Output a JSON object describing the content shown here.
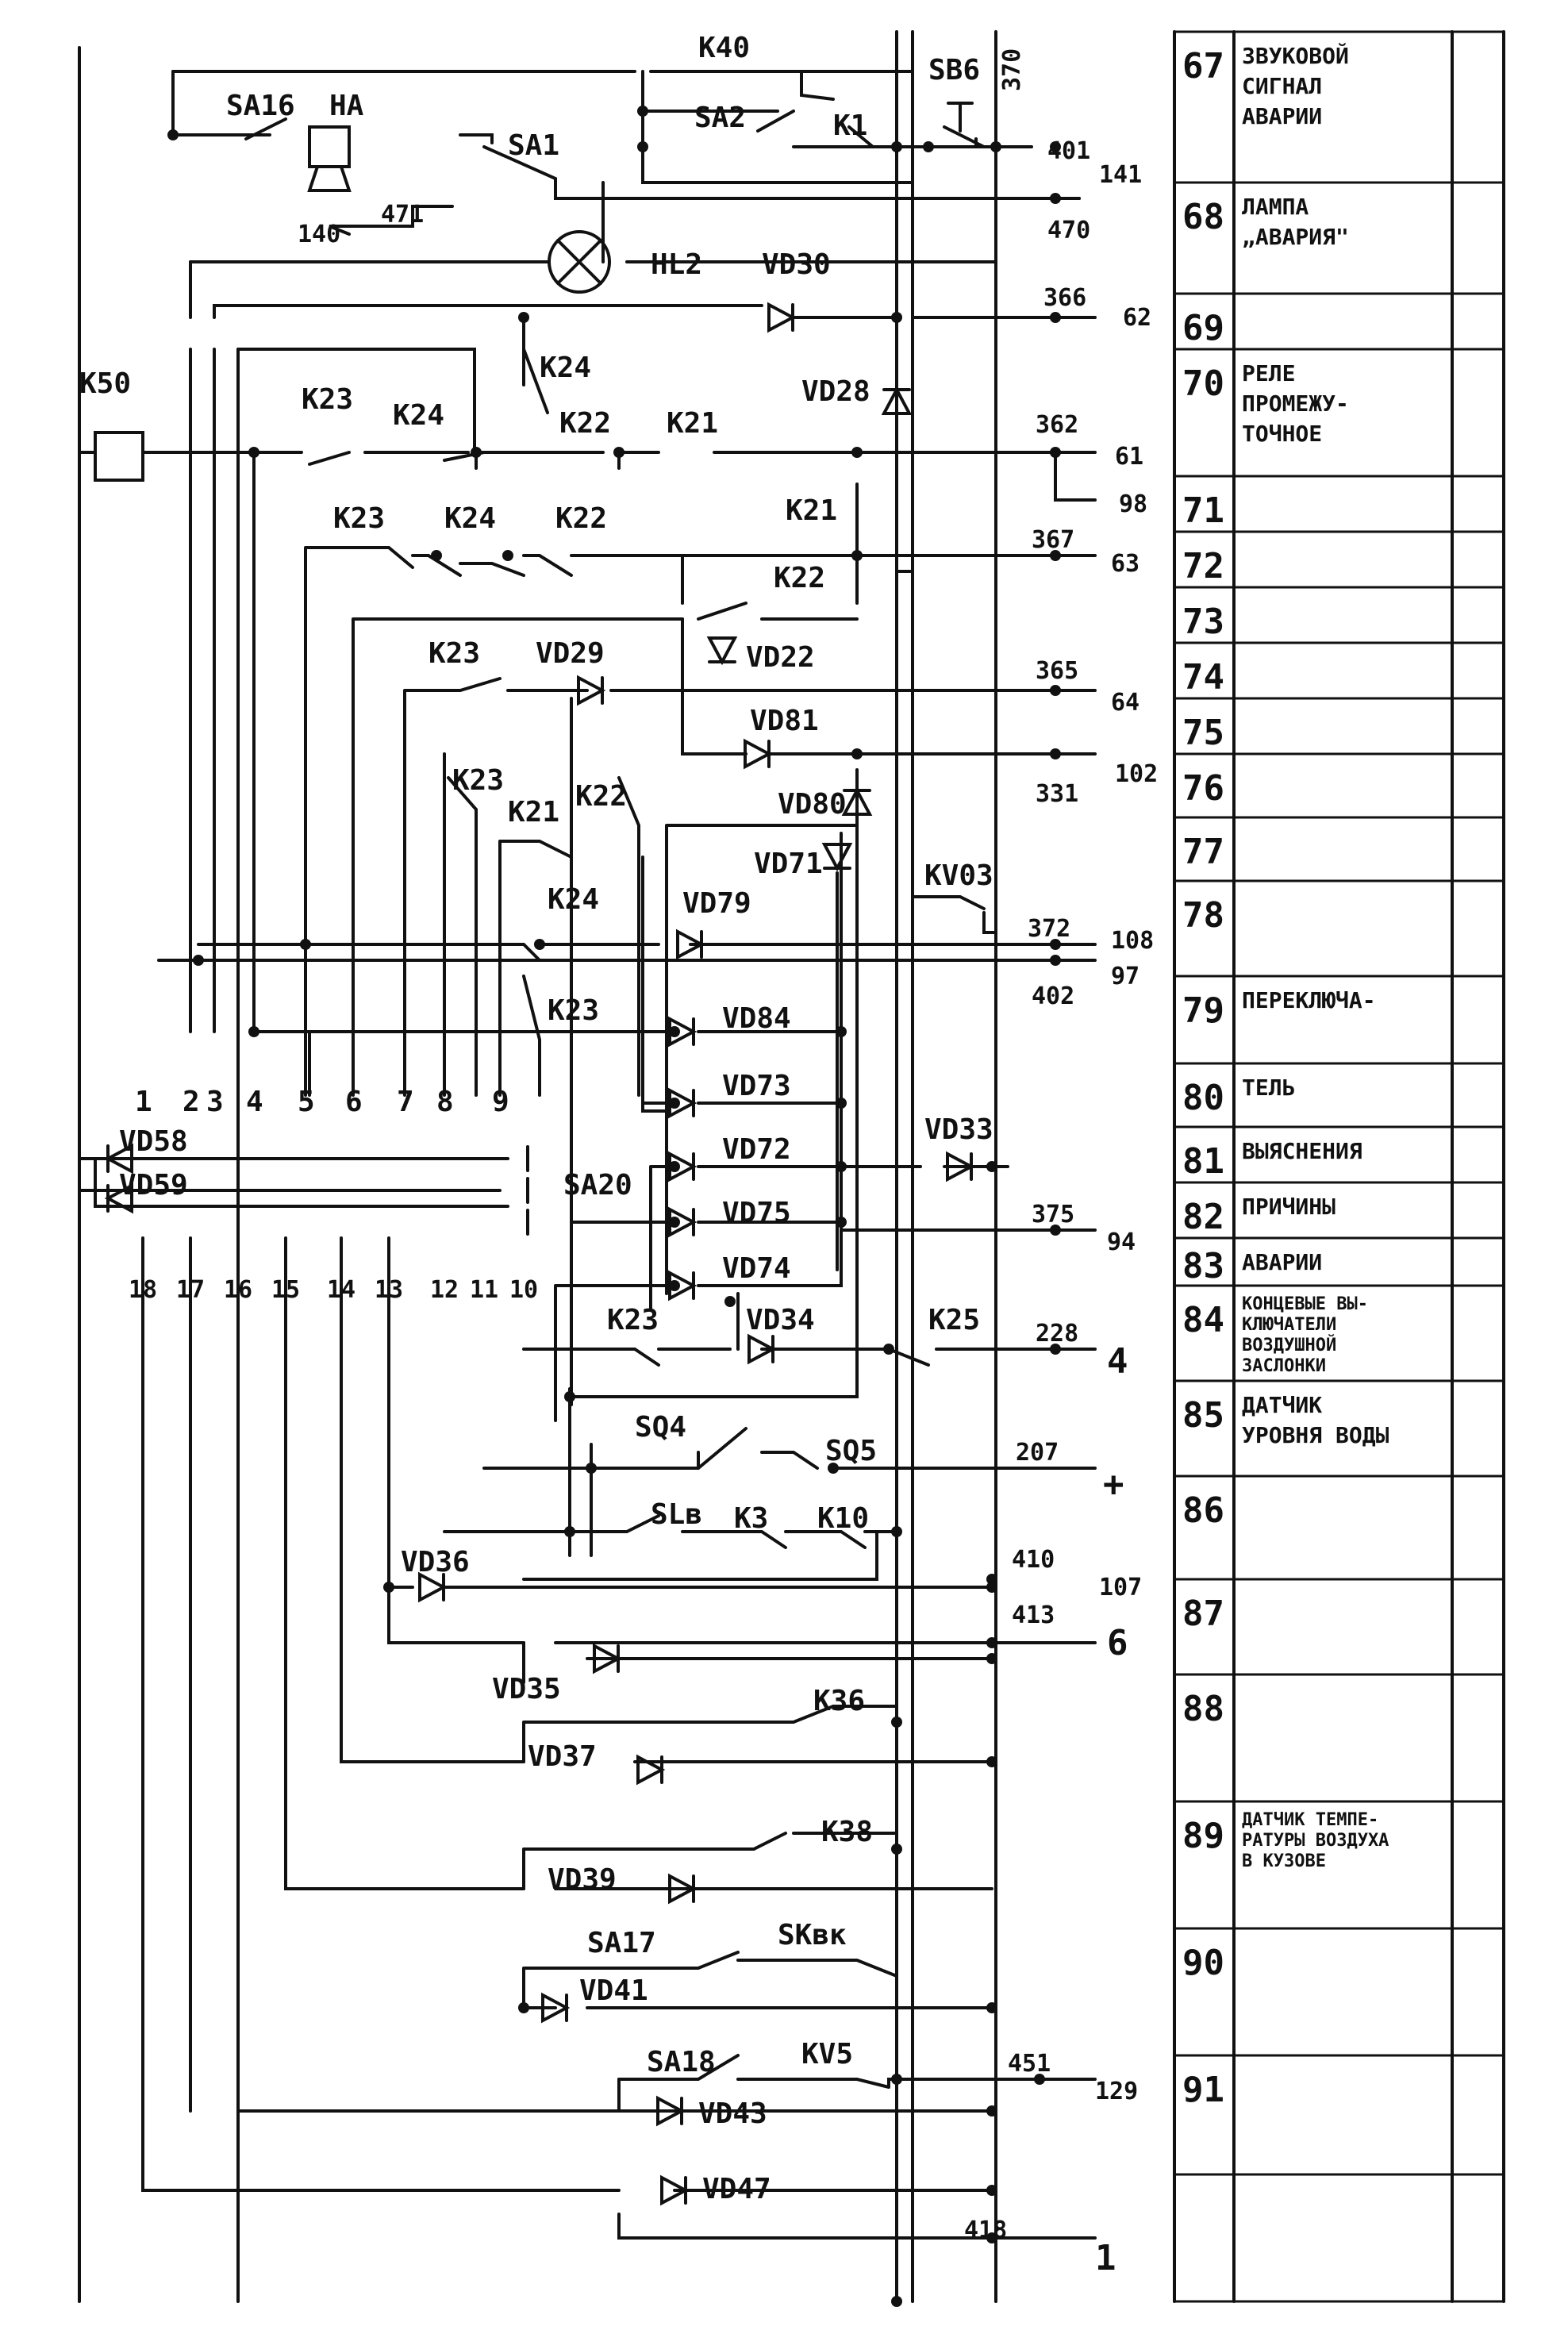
{
  "components": {
    "K40": "K40",
    "SB6": "SB6",
    "w370": "370",
    "SA16": "SA16",
    "HA": "HA",
    "SA2": "SA2",
    "K1": "K1",
    "SA1": "SA1",
    "w401": "401",
    "w141": "141",
    "w471": "471",
    "w140": "140",
    "w470": "470",
    "HL2": "HL2",
    "VD30": "VD30",
    "w366": "366",
    "w62": "62",
    "K50": "K50",
    "K24a": "K24",
    "VD28": "VD28",
    "K23a": "K23",
    "K24b": "K24",
    "K22a": "K22",
    "K21a": "K21",
    "w362": "362",
    "w61": "61",
    "w98": "98",
    "K23b": "K23",
    "K24c": "K24",
    "K22b": "K22",
    "K21b": "K21",
    "w367": "367",
    "w63": "63",
    "K22c": "K22",
    "K23c": "K23",
    "VD29": "VD29",
    "VD22": "VD22",
    "w365": "365",
    "w64": "64",
    "VD81": "VD81",
    "w331": "331",
    "w102": "102",
    "K23d": "K23",
    "K21c": "K21",
    "K22d": "K22",
    "VD80": "VD80",
    "VD71": "VD71",
    "KV03": "KV03",
    "K24d": "K24",
    "VD79": "VD79",
    "w372": "372",
    "w108": "108",
    "w402": "402",
    "w97": "97",
    "K23e": "K23",
    "VD84": "VD84",
    "VD73": "VD73",
    "VD33": "VD33",
    "VD72": "VD72",
    "VD58": "VD58",
    "VD59": "VD59",
    "SA20": "SA20",
    "VD75": "VD75",
    "w375": "375",
    "w94": "94",
    "VD74": "VD74",
    "K23f": "K23",
    "VD34": "VD34",
    "K25": "K25",
    "w228": "228",
    "w4": "4",
    "SQ4": "SQ4",
    "SQ5": "SQ5",
    "w207": "207",
    "plus": "+",
    "SLB": "SLв",
    "K3": "K3",
    "K10": "K10",
    "w410": "410",
    "w107": "107",
    "w413": "413",
    "w6": "6",
    "VD36": "VD36",
    "VD35": "VD35",
    "K36": "K36",
    "VD37": "VD37",
    "K38": "K38",
    "VD39": "VD39",
    "SA17": "SA17",
    "SKBK": "SKвк",
    "VD41": "VD41",
    "SA18": "SA18",
    "KV5": "KV5",
    "w451": "451",
    "w129": "129",
    "VD43": "VD43",
    "VD47": "VD47",
    "w418": "418",
    "w1": "1"
  },
  "sa20_pins_top": [
    "1",
    "2",
    "3",
    "4",
    "5",
    "6",
    "7",
    "8",
    "9"
  ],
  "sa20_pins_bottom": [
    "18",
    "17",
    "16",
    "15",
    "14",
    "13",
    "12",
    "11",
    "10"
  ],
  "table_rows": [
    {
      "num": "67",
      "text": [
        "ЗВУКОВОЙ",
        "СИГНАЛ",
        "АВАРИИ"
      ]
    },
    {
      "num": "68",
      "text": [
        "ЛАМПА",
        "„АВАРИЯ\""
      ]
    },
    {
      "num": "69",
      "text": []
    },
    {
      "num": "70",
      "text": [
        "РЕЛЕ",
        "ПРОМЕЖУ-",
        "ТОЧНОЕ"
      ]
    },
    {
      "num": "71",
      "text": []
    },
    {
      "num": "72",
      "text": []
    },
    {
      "num": "73",
      "text": []
    },
    {
      "num": "74",
      "text": []
    },
    {
      "num": "75",
      "text": []
    },
    {
      "num": "76",
      "text": []
    },
    {
      "num": "77",
      "text": []
    },
    {
      "num": "78",
      "text": []
    },
    {
      "num": "79",
      "text": [
        "ПЕРЕКЛЮЧА-"
      ]
    },
    {
      "num": "80",
      "text": [
        "ТЕЛЬ"
      ]
    },
    {
      "num": "81",
      "text": [
        "ВЫЯСНЕНИЯ"
      ]
    },
    {
      "num": "82",
      "text": [
        "ПРИЧИНЫ"
      ]
    },
    {
      "num": "83",
      "text": [
        "АВАРИИ"
      ]
    },
    {
      "num": "84",
      "text": [
        "КОНЦЕВЫЕ ВЫ-",
        "КЛЮЧАТЕЛИ",
        "ВОЗДУШНОЙ",
        "ЗАСЛОНКИ"
      ]
    },
    {
      "num": "85",
      "text": [
        "ДАТЧИК",
        "УРОВНЯ ВОДЫ"
      ]
    },
    {
      "num": "86",
      "text": []
    },
    {
      "num": "87",
      "text": []
    },
    {
      "num": "88",
      "text": []
    },
    {
      "num": "89",
      "text": [
        "ДАТЧИК ТЕМПЕ-",
        "РАТУРЫ ВОЗДУХА",
        "В КУЗОВЕ"
      ]
    },
    {
      "num": "90",
      "text": []
    },
    {
      "num": "91",
      "text": []
    }
  ]
}
